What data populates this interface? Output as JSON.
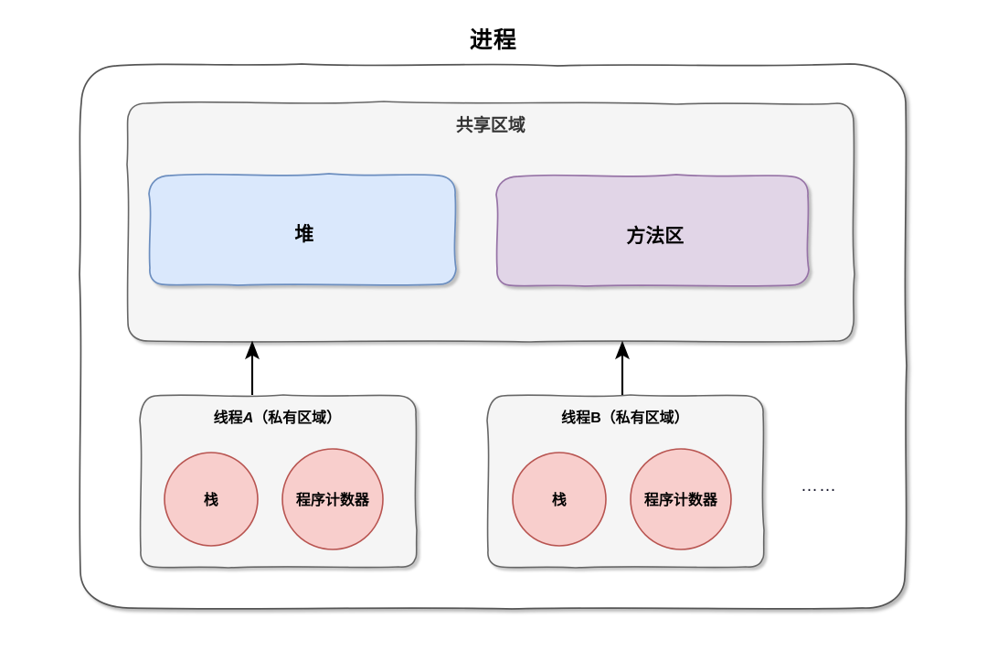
{
  "diagram": {
    "title": "进程",
    "type": "memory-model-diagram",
    "shared_region": {
      "label": "共享区域",
      "fill": "#f5f5f5",
      "stroke": "#666666",
      "blocks": [
        {
          "label": "堆",
          "fill": "#dae8fc",
          "stroke": "#6c8ebf"
        },
        {
          "label": "方法区",
          "fill": "#e1d5e7",
          "stroke": "#9673a6"
        }
      ]
    },
    "threads": [
      {
        "title_prefix": "线程",
        "title_letter": "A",
        "title_suffix": "（私有区域）",
        "title": "线程A（私有区域）",
        "fill": "#f5f5f5",
        "stroke": "#666666",
        "circles": [
          {
            "label": "栈",
            "fill": "#f8cecc",
            "stroke": "#b85450"
          },
          {
            "label": "程序计数器",
            "fill": "#f8cecc",
            "stroke": "#b85450"
          }
        ]
      },
      {
        "title_prefix": "线程",
        "title_letter": "B",
        "title_suffix": "（私有区域）",
        "title": "线程B（私有区域）",
        "fill": "#f5f5f5",
        "stroke": "#666666",
        "circles": [
          {
            "label": "栈",
            "fill": "#f8cecc",
            "stroke": "#b85450"
          },
          {
            "label": "程序计数器",
            "fill": "#f8cecc",
            "stroke": "#b85450"
          }
        ]
      }
    ],
    "more_threads_indicator": "……",
    "arrows": [
      {
        "from": "线程A（私有区域）",
        "to": "共享区域",
        "direction": "up"
      },
      {
        "from": "线程B（私有区域）",
        "to": "共享区域",
        "direction": "up"
      }
    ],
    "colors": {
      "background": "#ffffff",
      "process_stroke": "#555555",
      "arrow": "#000000",
      "text": "#000000"
    }
  }
}
